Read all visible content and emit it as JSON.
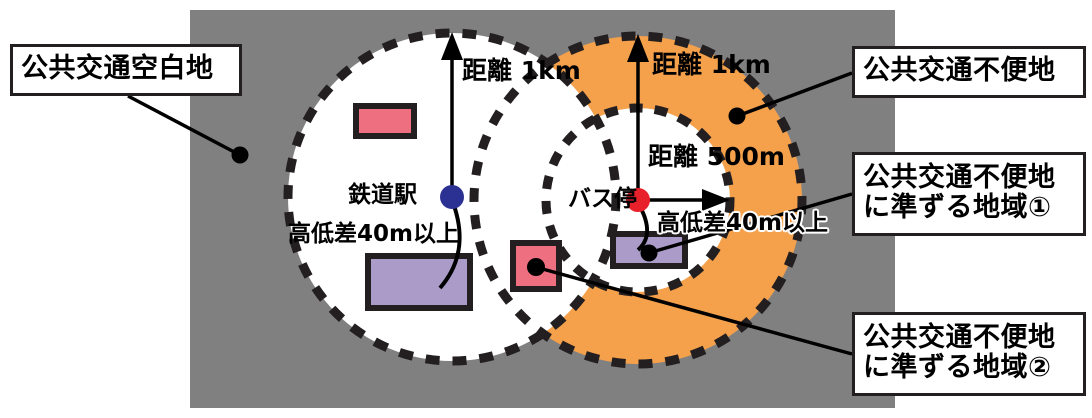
{
  "figure": {
    "background_color": "#ffffff",
    "base_area_color": "#808080",
    "buffer_color": "#f5a04b",
    "white_area_color": "#ffffff",
    "outline_color": "#231f20",
    "station_dot_color": "#2b3192",
    "busstop_dot_color": "#e8202a",
    "pink_block_color": "#ee7080",
    "purple_block_color": "#aa9bc8"
  },
  "callouts": [
    {
      "id": "blank",
      "lines": [
        "公共交通空白地"
      ]
    },
    {
      "id": "inconvenient",
      "lines": [
        "公共交通不便地"
      ]
    },
    {
      "id": "quasi1",
      "lines": [
        "公共交通不便地",
        "に準ずる地域①"
      ]
    },
    {
      "id": "quasi2",
      "lines": [
        "公共交通不便地",
        "に準ずる地域②"
      ]
    }
  ],
  "map_labels": {
    "distance_left_line1": "距離",
    "distance_left_line2": "1km",
    "distance_right_line1": "距離",
    "distance_right_line2": "1km",
    "distance_500_line1": "距離",
    "distance_500_line2": "500m",
    "railway_station": "鉄道駅",
    "bus_stop": "バス停",
    "elevation_left": "高低差40m以上",
    "elevation_right": "高低差40m以上"
  },
  "legend_semantics": {
    "gray": "公共交通空白地",
    "orange": "公共交通不便地",
    "purple_block": "高低差40m以上",
    "pink_block": "公共交通不便地に準ずる地域"
  }
}
